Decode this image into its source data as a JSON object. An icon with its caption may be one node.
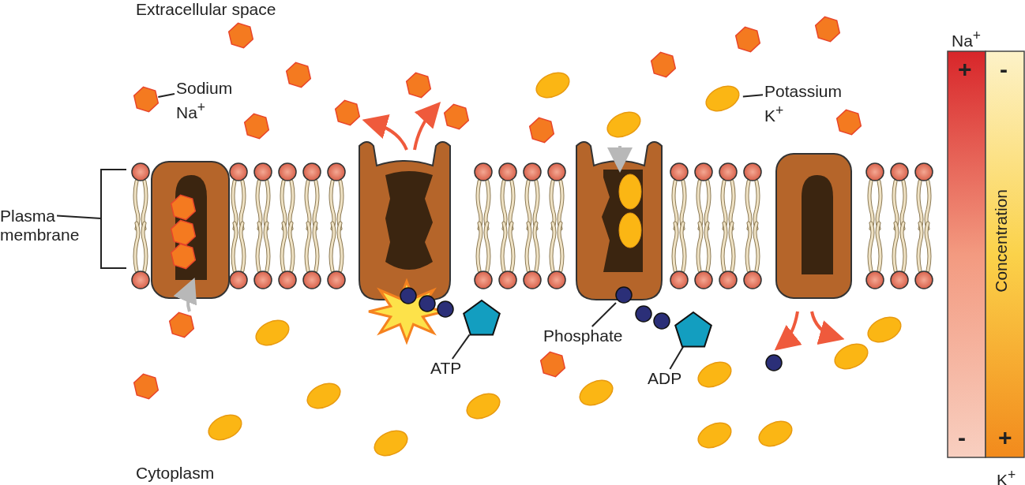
{
  "diagram": {
    "nodes": [
      {
        "text": [
          "Sodium Na$^{+}$"
        ]
      },
      {
        "text": [],
        "shape": "hexagon"
      },
      {
        "text": [
          "Potassium K$^{+}$"
        ]
      },
      {
        "text": [],
        "shape": "ellipse"
      },
      {
        "text": [
          "Plasma membrane"
        ]
      },
      {
        "text": [
          "Phosphate"
        ]
      },
      {
        "text": [],
        "shape": "circle"
      },
      {
        "text": [
          "ATP"
        ]
      },
      {
        "text": [],
        "shape": "pentagon"
      },
      {
        "text": [
          "ADP"
        ]
      },
      {
        "text": [],
        "shape": "pentagon"
      }
    ],
    "edges": [
      {
        "from": 0,
        "to": 1,
        "arrow": "none"
      },
      {
        "from": 2,
        "to": 3,
        "arrow": "none"
      },
      {
        "from": 4,
        "to": null,
        "arrow": "none"
      },
      {
        "from": 5,
        "to": 6,
        "arrow": "none"
      },
      {
        "from": 7,
        "to": 8,
        "arrow": "none"
      },
      {
        "from": 9,
        "to": 10,
        "arrow": "none"
      }
    ],
    "labels": [
      "Extracellular space",
      "Na$^{+}$",
      "+",
      "-",
      "Concentration",
      "-",
      "+",
      "Cytoplasm",
      "K$^{+}$"
    ]
  }
}
